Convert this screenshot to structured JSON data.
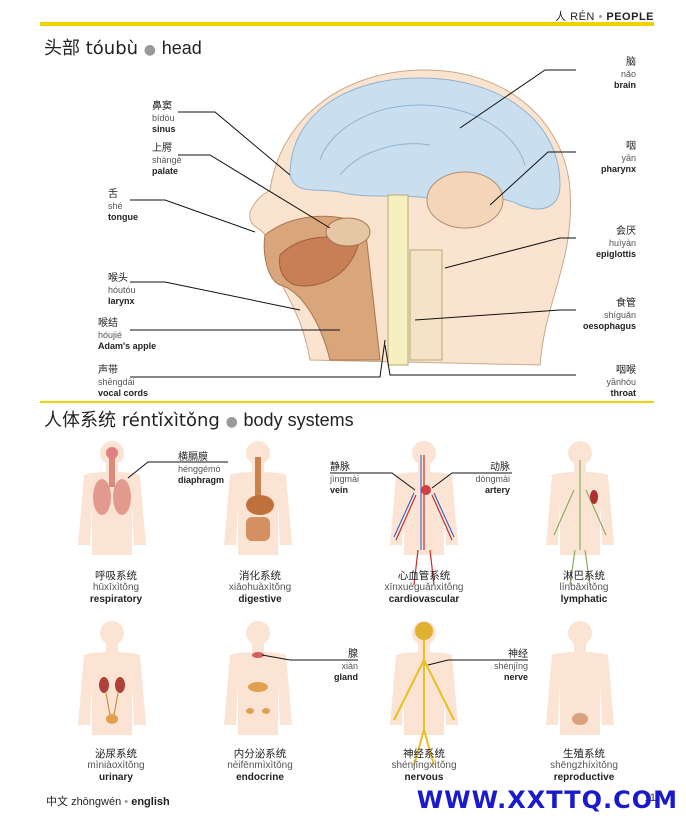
{
  "header": {
    "chapter_cn": "人",
    "chapter_py": "RÉN",
    "chapter_en": "PEOPLE"
  },
  "head_section": {
    "title_cn": "头部",
    "title_py": "tóubù",
    "title_en": "head"
  },
  "head_labels": {
    "sinus": {
      "zh": "鼻窦",
      "py": "bídòu",
      "en": "sinus"
    },
    "palate": {
      "zh": "上腭",
      "py": "shàngè",
      "en": "palate"
    },
    "tongue": {
      "zh": "舌",
      "py": "shé",
      "en": "tongue"
    },
    "larynx": {
      "zh": "喉头",
      "py": "hóutóu",
      "en": "larynx"
    },
    "adams_apple": {
      "zh": "喉结",
      "py": "hóujié",
      "en": "Adam's apple"
    },
    "vocal_cords": {
      "zh": "声带",
      "py": "shēngdài",
      "en": "vocal cords"
    },
    "brain": {
      "zh": "脑",
      "py": "nǎo",
      "en": "brain"
    },
    "pharynx": {
      "zh": "咽",
      "py": "yān",
      "en": "pharynx"
    },
    "epiglottis": {
      "zh": "会厌",
      "py": "huìyàn",
      "en": "epiglottis"
    },
    "oesophagus": {
      "zh": "食管",
      "py": "shíguǎn",
      "en": "oesophagus"
    },
    "throat": {
      "zh": "咽喉",
      "py": "yānhóu",
      "en": "throat"
    }
  },
  "systems_section": {
    "title_cn": "人体系统",
    "title_py": "réntǐxìtǒng",
    "title_en": "body systems"
  },
  "systems": [
    {
      "zh": "呼吸系统",
      "py": "hūxīxìtǒng",
      "en": "respiratory"
    },
    {
      "zh": "消化系统",
      "py": "xiāohuàxìtǒng",
      "en": "digestive"
    },
    {
      "zh": "心血管系统",
      "py": "xīnxuèguǎnxìtǒng",
      "en": "cardiovascular"
    },
    {
      "zh": "淋巴系统",
      "py": "línbāxìtǒng",
      "en": "lymphatic"
    },
    {
      "zh": "泌尿系统",
      "py": "mìniàoxìtǒng",
      "en": "urinary"
    },
    {
      "zh": "内分泌系统",
      "py": "nèifēnmìxìtǒng",
      "en": "endocrine"
    },
    {
      "zh": "神经系统",
      "py": "shénjīngxìtǒng",
      "en": "nervous"
    },
    {
      "zh": "生殖系统",
      "py": "shēngzhíxìtǒng",
      "en": "reproductive"
    }
  ],
  "system_callouts": {
    "diaphragm": {
      "zh": "横膈膜",
      "py": "hénggémó",
      "en": "diaphragm"
    },
    "vein": {
      "zh": "静脉",
      "py": "jìngmài",
      "en": "vein"
    },
    "artery": {
      "zh": "动脉",
      "py": "dòngmài",
      "en": "artery"
    },
    "gland": {
      "zh": "腺",
      "py": "xiàn",
      "en": "gland"
    },
    "nerve": {
      "zh": "神经",
      "py": "shénjīng",
      "en": "nerve"
    }
  },
  "footer": {
    "cn": "中文",
    "py": "zhōngwén",
    "en": "english"
  },
  "watermark": "WWW.XXTTQ.COM",
  "page_number": "11"
}
